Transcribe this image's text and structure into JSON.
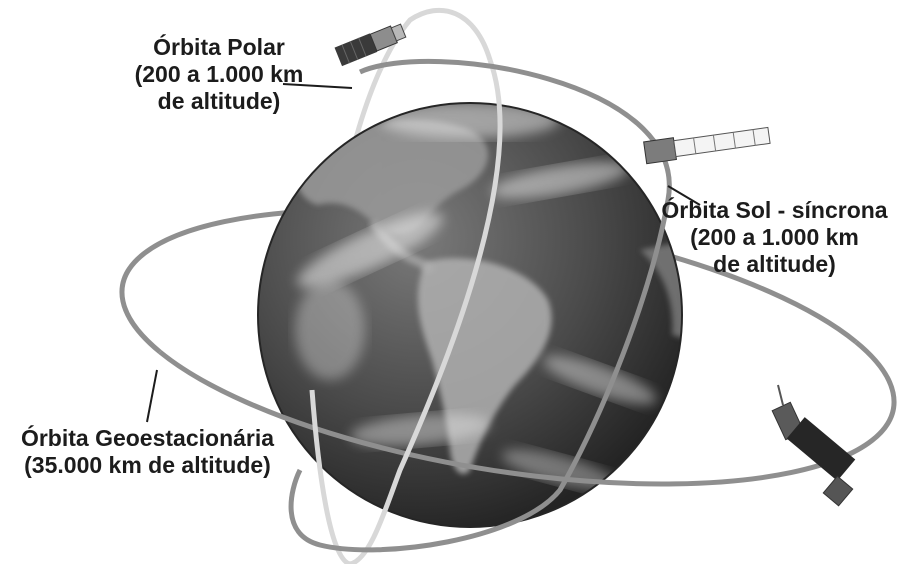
{
  "labels": {
    "polar": {
      "line1": "Órbita Polar",
      "line2": "(200 a 1.000 km",
      "line3": "de altitude)"
    },
    "sun_synchronous": {
      "line1": "Órbita Sol - síncrona",
      "line2": "(200 a 1.000 km",
      "line3": "de altitude)"
    },
    "geostationary": {
      "line1": "Órbita Geoestacionária",
      "line2": "(35.000 km de altitude)"
    }
  },
  "colors": {
    "background": "#ffffff",
    "orbit": "#8f8f8f",
    "polar_orbit": "#d8d8d8",
    "earth_dark": "#3a3a3a",
    "earth_light": "#dcdcdc",
    "text": "#1c1c1c"
  }
}
